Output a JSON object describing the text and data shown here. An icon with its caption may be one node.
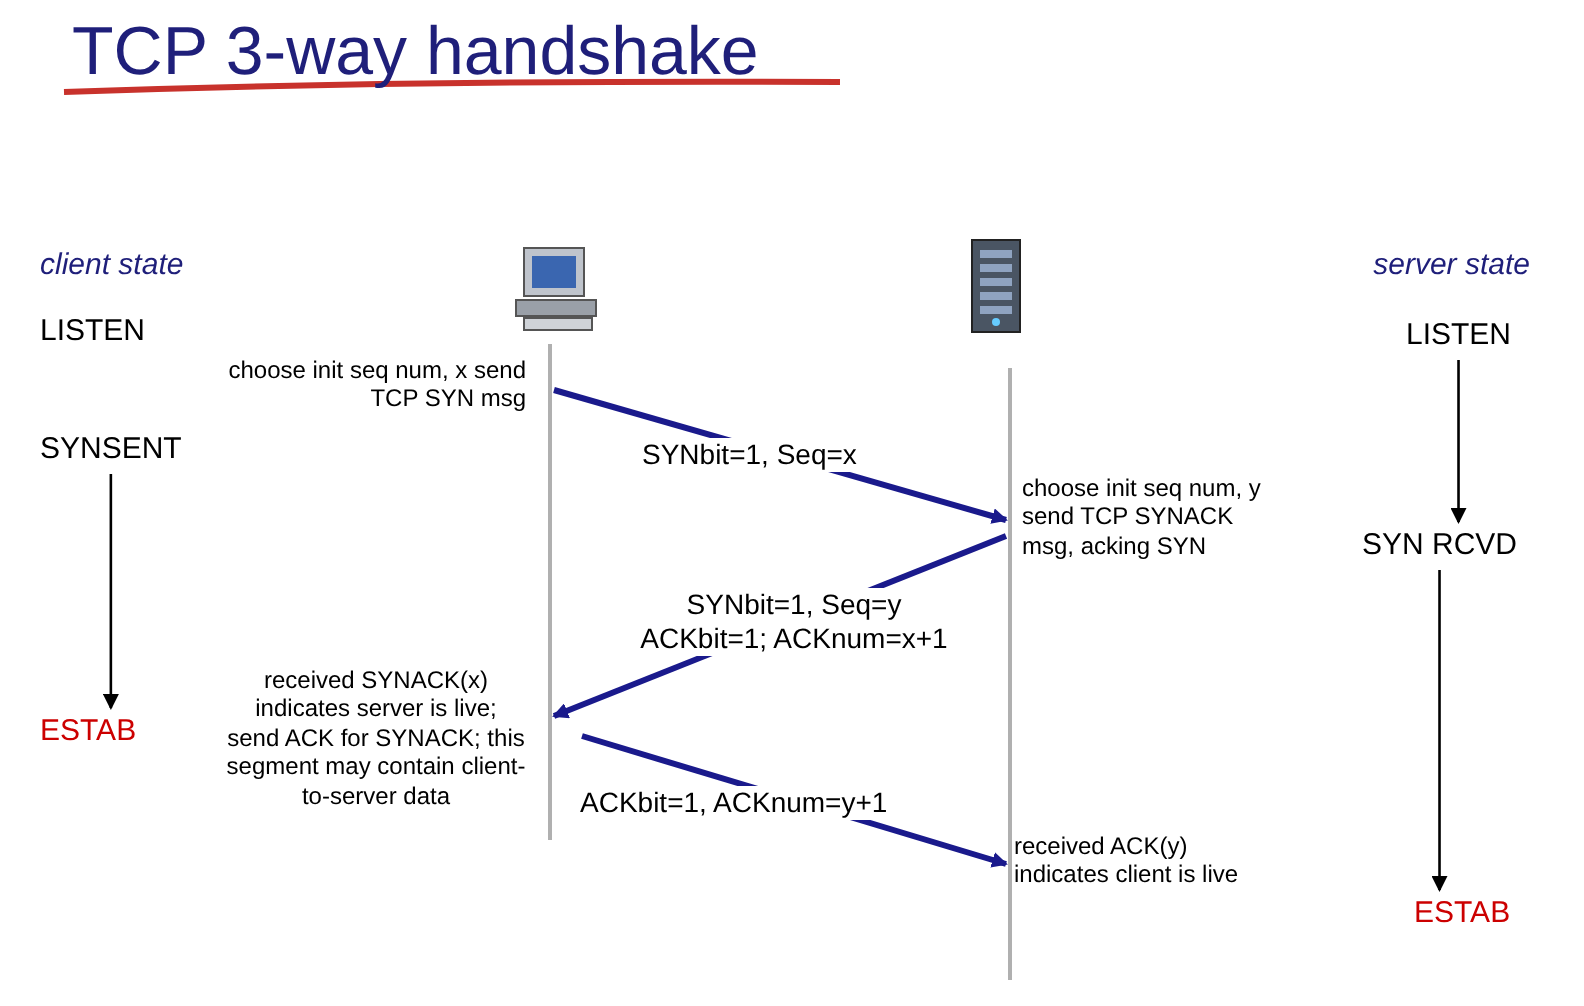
{
  "diagram": {
    "title": "TCP 3-way handshake",
    "nodes": [
      {
        "text": [
          "LISTEN"
        ]
      },
      {
        "text": [
          "SYNSENT"
        ]
      },
      {
        "text": [
          "ESTAB"
        ]
      },
      {
        "text": [
          "LISTEN"
        ]
      },
      {
        "text": [
          "SYN RCVD"
        ]
      },
      {
        "text": [
          "ESTAB"
        ]
      },
      {
        "text": [],
        "shape": "line"
      },
      {
        "text": [],
        "shape": "line"
      }
    ],
    "edges": [
      {
        "from": 1,
        "to": 2,
        "arrow": "to"
      },
      {
        "from": 3,
        "to": 4,
        "arrow": "to"
      },
      {
        "from": 4,
        "to": 5,
        "arrow": "to"
      },
      {
        "from": 6,
        "to": 7,
        "arrow": "to",
        "label": "SYNbit=1, Seq=x",
        "style": "thick",
        "color": "#1a1a8c"
      },
      {
        "from": 7,
        "to": 6,
        "arrow": "to",
        "label": "SYNbit=1, Seq=y ACKbit=1; ACKnum=x+1",
        "style": "thick",
        "color": "#1a1a8c"
      },
      {
        "from": 6,
        "to": 7,
        "arrow": "to",
        "label": "ACKbit=1, ACKnum=y+1",
        "style": "thick",
        "color": "#1a1a8c"
      }
    ],
    "labels": [
      "client state",
      "server state",
      "choose init seq num, x send TCP SYN msg",
      "choose init seq num, y send TCP SYNACK msg, acking SYN",
      "received SYNACK(x) indicates server is live; send ACK for SYNACK; this segment may contain client-to-server data",
      "received ACK(y) indicates client is live"
    ]
  }
}
